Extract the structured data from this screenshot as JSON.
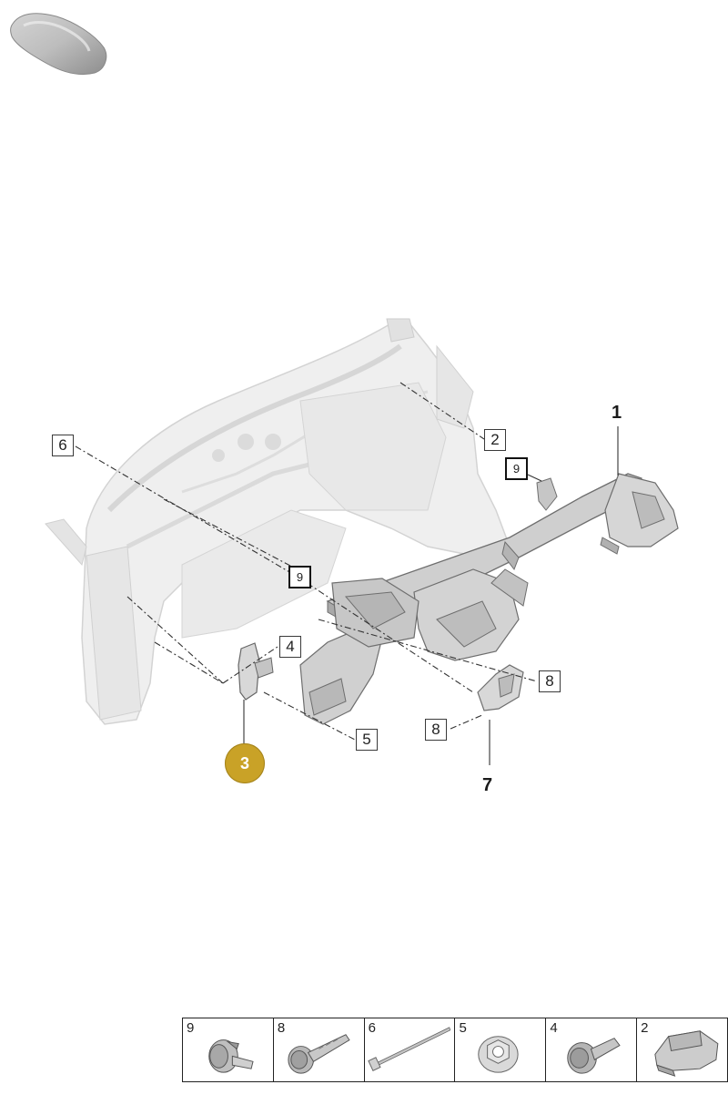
{
  "car_icon": {
    "name": "car-silhouette-icon"
  },
  "callouts": {
    "c1": "1",
    "c2": "2",
    "c3": "3",
    "c4": "4",
    "c5": "5",
    "c6": "6",
    "c7": "7",
    "c8a": "8",
    "c8b": "8",
    "c9a": "9",
    "c9b": "9"
  },
  "highlight_color": "#c9a227",
  "parts_strip": [
    {
      "number": "9",
      "icon": "clip-nut-icon"
    },
    {
      "number": "8",
      "icon": "flange-bolt-icon"
    },
    {
      "number": "6",
      "icon": "long-bolt-icon"
    },
    {
      "number": "5",
      "icon": "flange-nut-icon"
    },
    {
      "number": "4",
      "icon": "short-bolt-icon"
    },
    {
      "number": "2",
      "icon": "bracket-plate-icon"
    }
  ]
}
